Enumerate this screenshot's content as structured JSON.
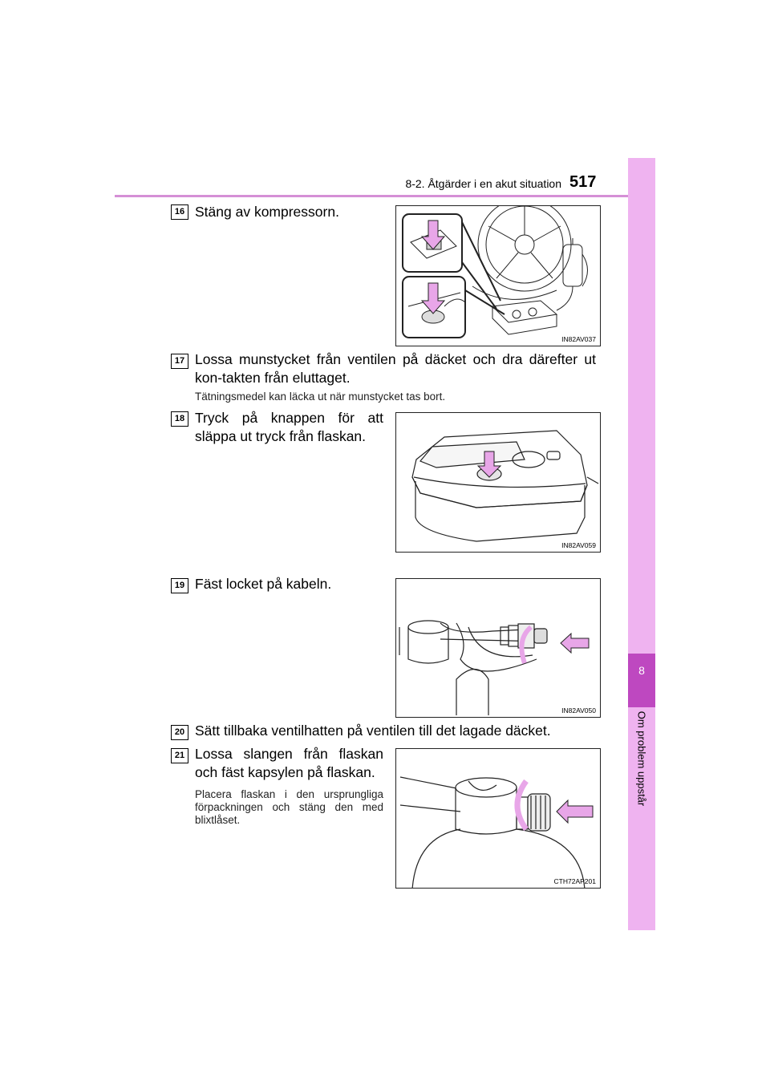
{
  "header": {
    "section": "8-2. Åtgärder i en akut situation",
    "page_number": "517"
  },
  "side_tab": {
    "chapter_number": "8",
    "chapter_title": "Om problem uppstår"
  },
  "steps": [
    {
      "number": "16",
      "text": "Stäng av kompressorn.",
      "figure_code": "IN82AV037"
    },
    {
      "number": "17",
      "text": "Lossa munstycket från ventilen på däcket och dra därefter ut kon-takten från eluttaget.",
      "note": "Tätningsmedel kan läcka ut när munstycket tas bort."
    },
    {
      "number": "18",
      "text": "Tryck på knappen för att släppa ut tryck från flaskan.",
      "figure_code": "IN82AV059"
    },
    {
      "number": "19",
      "text": "Fäst locket på kabeln.",
      "figure_code": "IN82AV050"
    },
    {
      "number": "20",
      "text": "Sätt tillbaka ventilhatten på ventilen till det lagade däcket."
    },
    {
      "number": "21",
      "text": "Lossa slangen från flaskan och fäst kapsylen på flaskan.",
      "note": "Placera flaskan i den ursprungliga förpackningen och stäng den med blixtlåset.",
      "figure_code": "CTH72AP201"
    }
  ],
  "colors": {
    "accent_pink": "#d58fd6",
    "tab_light": "#efb3f0",
    "tab_dark": "#be48c0",
    "arrow_pink": "#e8a6e8"
  }
}
